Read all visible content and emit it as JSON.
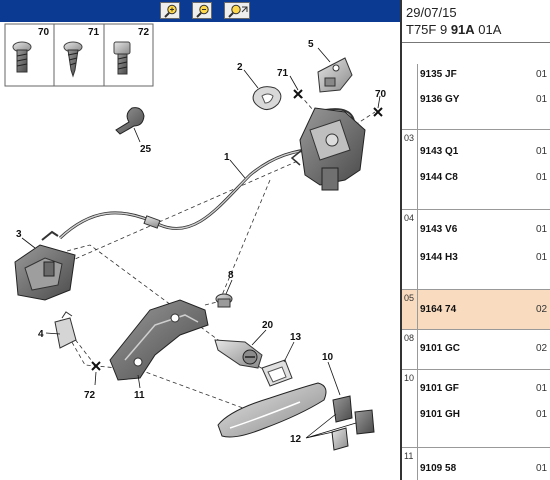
{
  "toolbar": {
    "buttons": [
      {
        "name": "zoom-in-button",
        "icon": "zoom-in-icon"
      },
      {
        "name": "zoom-out-button",
        "icon": "zoom-out-icon"
      },
      {
        "name": "zoom-fit-button",
        "icon": "zoom-fit-icon"
      }
    ],
    "bg_color": "#0b3a92"
  },
  "diagram": {
    "callouts": [
      "70",
      "71",
      "72",
      "5",
      "2",
      "71",
      "70",
      "25",
      "1",
      "3",
      "8",
      "4",
      "20",
      "13",
      "10",
      "72",
      "11",
      "12"
    ]
  },
  "panel": {
    "date": "29/07/15",
    "ref_prefix": "T75F 9",
    "ref_bold": "91A",
    "ref_suffix": "01A",
    "groups": [
      {
        "num": "",
        "rows": [
          {
            "ref": "9135 JF",
            "qty": "01"
          },
          {
            "ref": "9136 GY",
            "qty": "01"
          }
        ]
      },
      {
        "num": "03",
        "rows": [
          {
            "ref": "9143 Q1",
            "qty": "01"
          },
          {
            "ref": "9144 C8",
            "qty": "01"
          }
        ]
      },
      {
        "num": "04",
        "rows": [
          {
            "ref": "9143 V6",
            "qty": "01"
          },
          {
            "ref": "9144 H3",
            "qty": "01"
          }
        ]
      },
      {
        "num": "05",
        "rows": [
          {
            "ref": "9164 74",
            "qty": "02"
          }
        ],
        "selected": true
      },
      {
        "num": "08",
        "rows": [
          {
            "ref": "9101 GC",
            "qty": "02"
          }
        ]
      },
      {
        "num": "10",
        "rows": [
          {
            "ref": "9101 GF",
            "qty": "01"
          },
          {
            "ref": "9101 GH",
            "qty": "01"
          }
        ]
      },
      {
        "num": "11",
        "rows": [
          {
            "ref": "9109 58",
            "qty": "01"
          }
        ]
      }
    ],
    "selected_color": "#f9dcc0"
  }
}
